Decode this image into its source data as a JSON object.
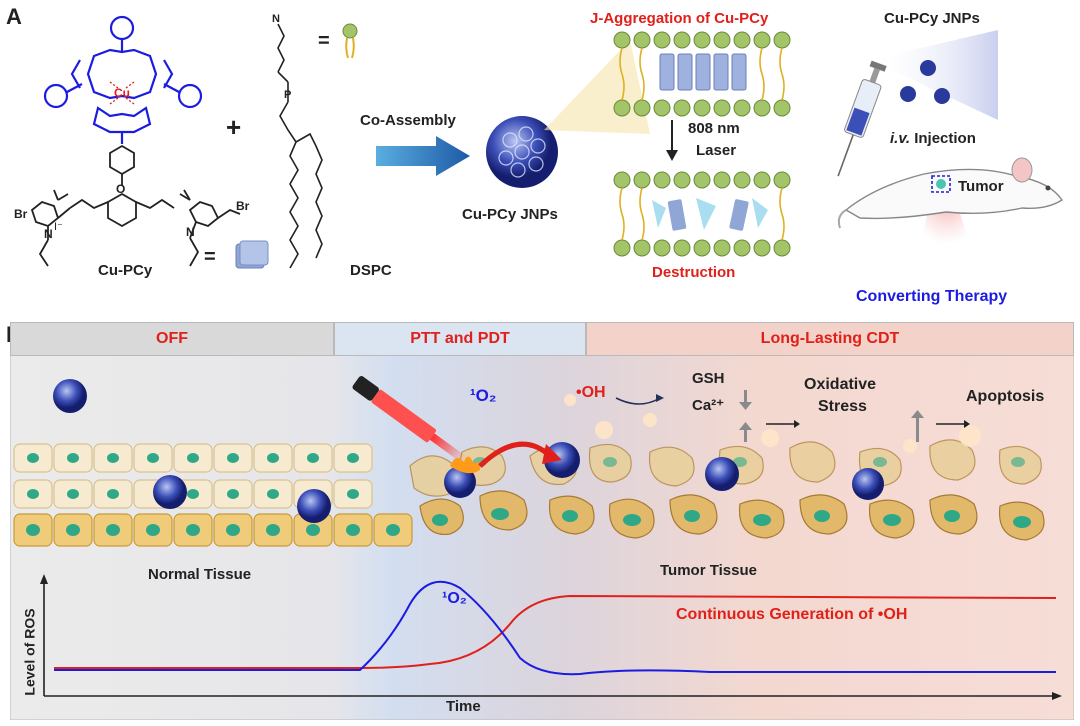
{
  "panel_a": {
    "label": "A",
    "molecule_name": "Cu-PCy",
    "metal_label": "Cu",
    "plus": "+",
    "equals": "=",
    "lipid_name": "DSPC",
    "co_assembly": "Co-Assembly",
    "nanoparticle_label": "Cu-PCy JNPs",
    "aggregation_title": "J-Aggregation of Cu-PCy",
    "laser_line1": "808 nm",
    "laser_line2": "Laser",
    "destruction": "Destruction",
    "injection_title": "Cu-PCy JNPs",
    "injection_prefix": "i.v.",
    "injection_suffix": " Injection",
    "tumor_label": "Tumor",
    "converting_therapy": "Converting Therapy",
    "atoms": {
      "br": "Br",
      "n": "N",
      "o": "O",
      "p": "P"
    }
  },
  "panel_b": {
    "label": "B",
    "phases": [
      "OFF",
      "PTT and PDT",
      "Long-Lasting CDT"
    ],
    "singlet_oxygen": "¹O₂",
    "hydroxyl": "•OH",
    "gsh": "GSH",
    "calcium": "Ca²⁺",
    "oxidative_line1": "Oxidative",
    "oxidative_line2": "Stress",
    "apoptosis": "Apoptosis",
    "normal_tissue": "Normal Tissue",
    "tumor_tissue": "Tumor Tissue",
    "y_axis": "Level of ROS",
    "x_axis": "Time",
    "curve_1o2": "¹O₂",
    "curve_oh": "Continuous Generation of •OH",
    "colors": {
      "red": "#e0201a",
      "blue": "#1c1ce0",
      "off_bg": "#ebebeb",
      "ptt_bg": "#dfe8f4",
      "cdt_bg": "#f6ddd6"
    }
  }
}
